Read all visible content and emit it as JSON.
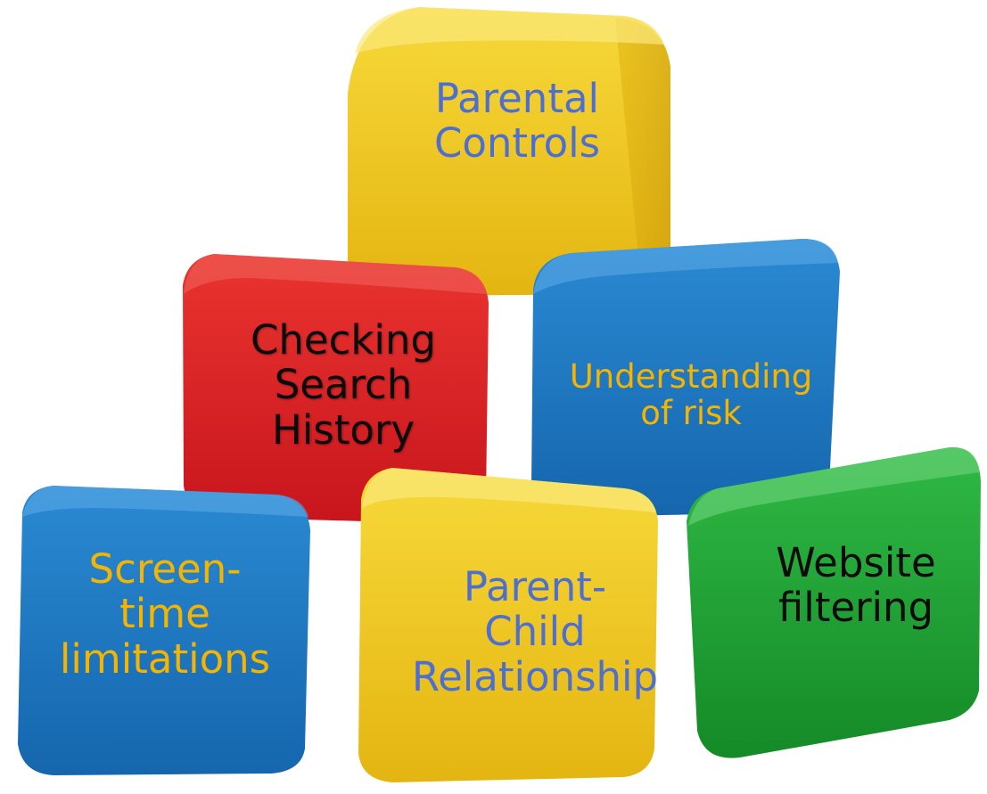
{
  "colors": {
    "yellow_block": "#f1c925",
    "red_block": "#dd1f26",
    "blue_block": "#1f78c1",
    "green_block": "#1ea233",
    "label_blue": "#4d6fd1",
    "label_orange": "#f5b400",
    "label_black": "#0b0b0b"
  },
  "blocks": {
    "top": {
      "color": "yellow",
      "lines": [
        "Parental",
        "Controls"
      ]
    },
    "middle_left": {
      "color": "red",
      "lines": [
        "Checking",
        "Search",
        "History"
      ]
    },
    "middle_right": {
      "color": "blue",
      "lines": [
        "Understanding",
        "of risk"
      ]
    },
    "bottom_left": {
      "color": "blue",
      "lines": [
        "Screen-",
        "time",
        "limitations"
      ]
    },
    "bottom_center": {
      "color": "yellow",
      "lines": [
        "Parent-",
        "Child",
        "Relationship"
      ]
    },
    "bottom_right": {
      "color": "green",
      "lines": [
        "Website",
        "filtering"
      ]
    }
  }
}
